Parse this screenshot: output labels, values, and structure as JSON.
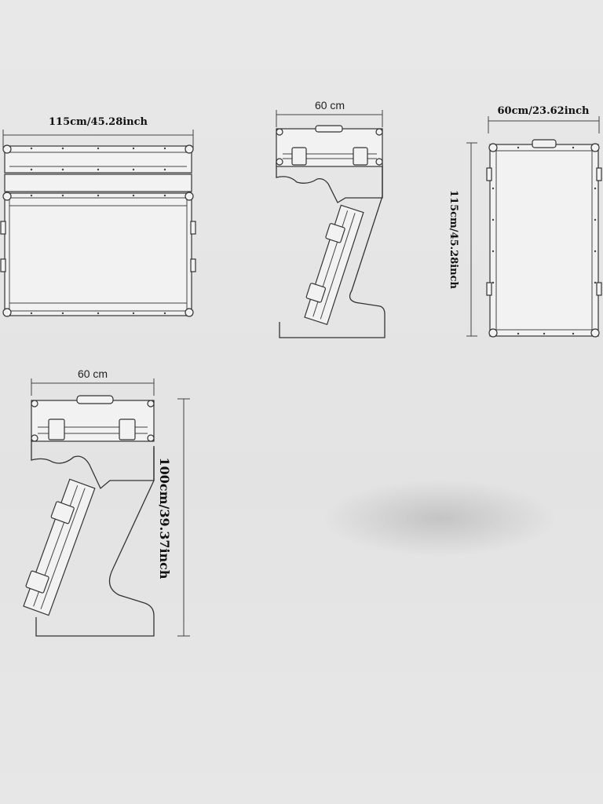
{
  "views": {
    "front_open": {
      "width_label": "115cm/45.28inch"
    },
    "side_top": {
      "width_label": "60 cm"
    },
    "top_view": {
      "width_label": "60cm/23.62inch",
      "height_label": "115cm/45.28inch"
    },
    "side_bottom": {
      "width_label": "60 cm",
      "height_label": "100cm/39.37inch"
    }
  },
  "colors": {
    "background": "#e6e6e6",
    "line": "#333333"
  }
}
